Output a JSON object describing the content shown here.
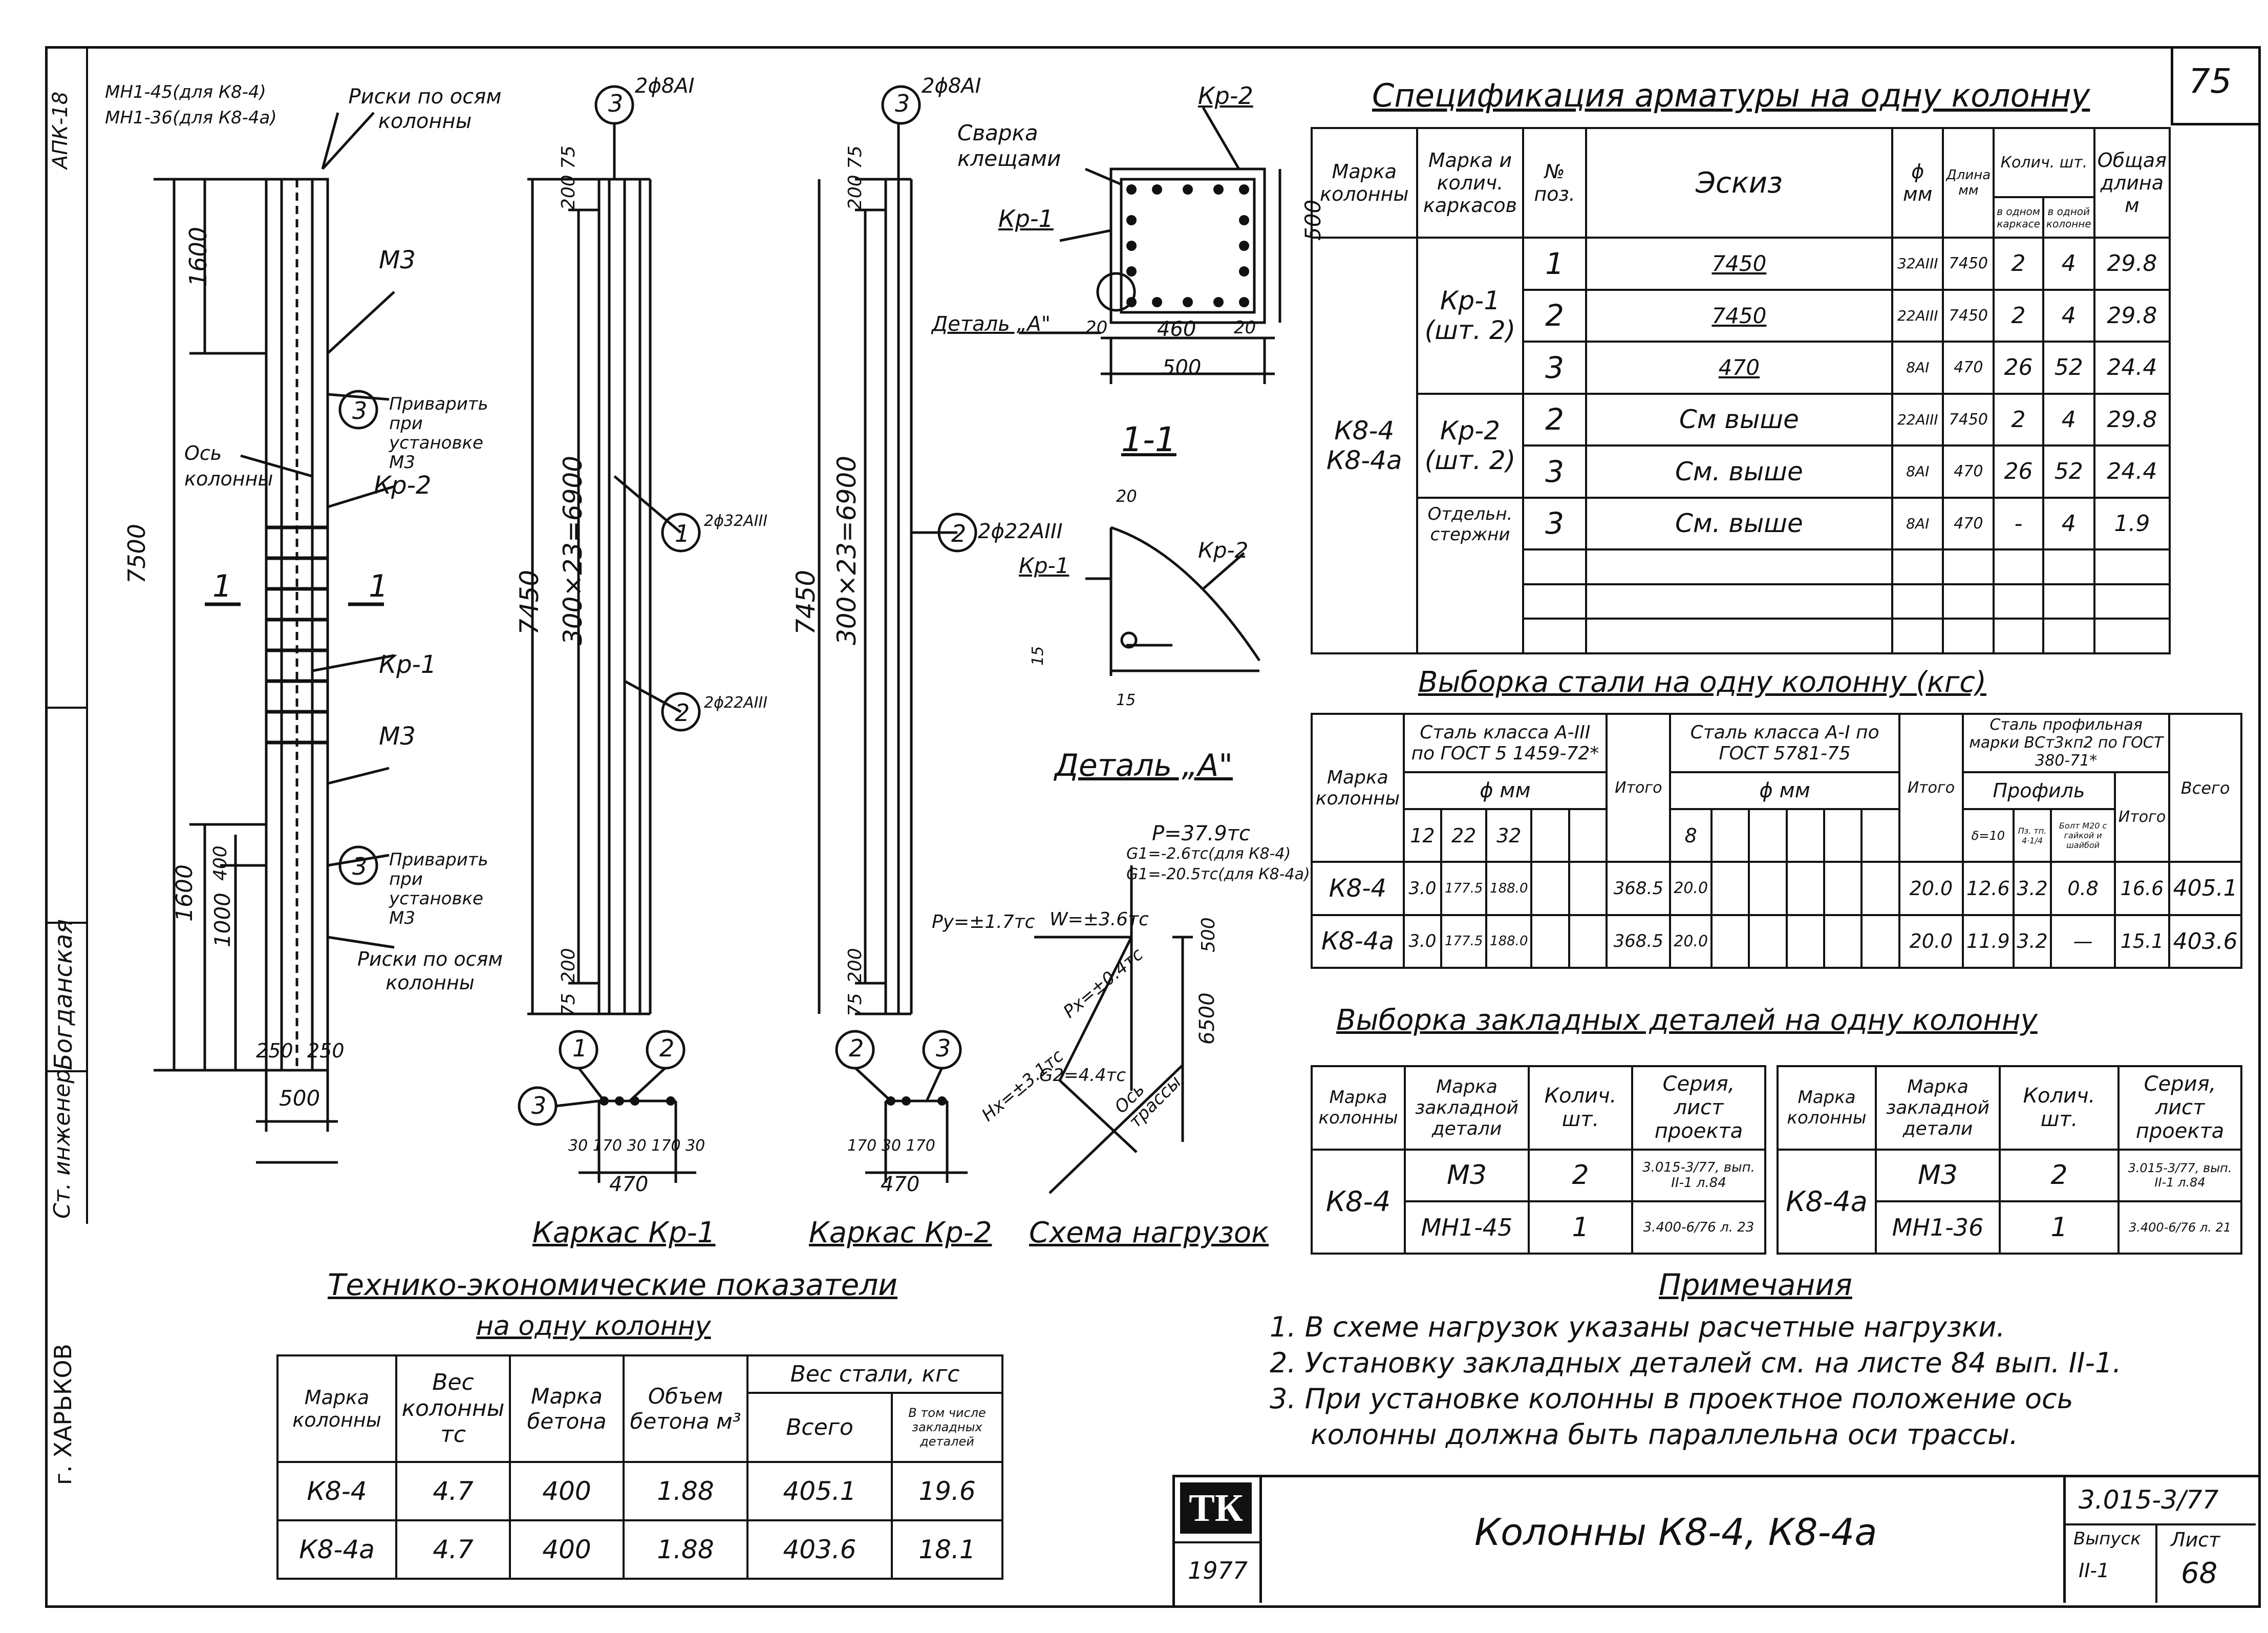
{
  "sheet": {
    "number": "75",
    "code": "3.015-3/77",
    "title": "Колонны К8-4, К8-4а",
    "year": "1977",
    "logo": "ТК",
    "issue_label": "Выпуск",
    "issue_value": "II-1",
    "sheet_label": "Лист",
    "sheet_value": "68",
    "city": "г. ХАРЬКОВ",
    "side_stamp": "АПК-18",
    "engineer_role": "Ст. инженер",
    "engineer_name": "Богданская"
  },
  "drawing": {
    "top_labels": [
      "МН1-45(для К8-4)",
      "МН1-36(для К8-4а)"
    ],
    "axis_marks_top": "Риски по осям колонны",
    "axis_marks_bottom": "Риски по осям колонны",
    "m3": "М3",
    "weld_note_1": "Приварить при установке М3",
    "weld_note_2": "Приварить при установке М3",
    "column_axis": "Ось колонны",
    "kr2": "Кр-2",
    "kr1": "Кр-1",
    "section_mark": "1",
    "dims_left": [
      "1600",
      "7500",
      "1600",
      "1000",
      "400",
      "250",
      "250",
      "500"
    ],
    "kr1_dims": [
      "7450",
      "300×23=6900",
      "200",
      "75",
      "200",
      "75"
    ],
    "kr1_bars_top": "2ϕ8АI",
    "kr1_bar_1": "2ϕ32АIII",
    "kr1_bar_2": "2ϕ22АIII",
    "kr2_dims": [
      "7450",
      "300×23=6900",
      "200",
      "75",
      "200",
      "75"
    ],
    "kr2_bars_top": "2ϕ8АI",
    "kr2_bar_1": "2ϕ22АIII",
    "section_title": "1-1",
    "section_labels": [
      "Кр-2",
      "Кр-1",
      "Сварка клещами",
      "Деталь „А\""
    ],
    "section_dims": [
      "500",
      "20",
      "460",
      "20",
      "500"
    ],
    "detail_title": "Деталь „А\"",
    "detail_labels": [
      "Кр-1",
      "Кр-2",
      "20",
      "15",
      "15"
    ],
    "kr1_cross_dims": [
      "30",
      "170",
      "30",
      "170",
      "30",
      "470"
    ],
    "kr2_cross_dims": [
      "170",
      "30",
      "170",
      "470"
    ],
    "caption_kr1": "Каркас Кр-1",
    "caption_kr2": "Каркас Кр-2",
    "caption_loads": "Схема нагрузок",
    "loads": [
      "P=37.9тс",
      "G1=-2.6тс(для К8-4)",
      "G1=-20.5тс(для К8-4а)",
      "Py=±1.7тс",
      "W=±3.6тс",
      "Px=±0.4тс",
      "Hx=±3.1тс",
      "G2=4.4тс",
      "Ось трассы",
      "500",
      "6500"
    ]
  },
  "spec": {
    "title": "Спецификация арматуры на одну колонну",
    "headers": [
      "Марка колонны",
      "Марка и колич. каркасов",
      "№ поз.",
      "Эскиз",
      "ϕ мм",
      "Длина мм",
      "Колич. шт.",
      "в одном каркасе",
      "в одной колонне",
      "Общая длина м"
    ],
    "col_mark": "К8-4 К8-4а",
    "groups": [
      {
        "frame": "Кр-1 (шт. 2)",
        "rows": [
          {
            "pos": "1",
            "sketch": "7450",
            "d": "32АIII",
            "len": "7450",
            "n1": "2",
            "n2": "4",
            "total": "29.8"
          },
          {
            "pos": "2",
            "sketch": "7450",
            "d": "22АIII",
            "len": "7450",
            "n1": "2",
            "n2": "4",
            "total": "29.8"
          },
          {
            "pos": "3",
            "sketch": "470",
            "d": "8АI",
            "len": "470",
            "n1": "26",
            "n2": "52",
            "total": "24.4"
          }
        ]
      },
      {
        "frame": "Кр-2 (шт. 2)",
        "rows": [
          {
            "pos": "2",
            "sketch": "См выше",
            "d": "22АIII",
            "len": "7450",
            "n1": "2",
            "n2": "4",
            "total": "29.8"
          },
          {
            "pos": "3",
            "sketch": "См. выше",
            "d": "8АI",
            "len": "470",
            "n1": "26",
            "n2": "52",
            "total": "24.4"
          }
        ]
      },
      {
        "frame": "Отдельн. стержни",
        "rows": [
          {
            "pos": "3",
            "sketch": "См. выше",
            "d": "8АI",
            "len": "470",
            "n1": "-",
            "n2": "4",
            "total": "1.9"
          }
        ]
      }
    ]
  },
  "steel": {
    "title": "Выборка стали на одну колонну (кгс)",
    "h_mark": "Марка колонны",
    "h_a3": "Сталь класса А-III по ГОСТ 5 1459-72*",
    "h_a1": "Сталь класса А-I по ГОСТ 5781-75",
    "h_prof": "Сталь профильная марки ВСт3кп2 по ГОСТ 380-71*",
    "h_mm": "ϕ мм",
    "h_profile": "Профиль",
    "h_itogo": "Итого",
    "h_vsego": "Всего",
    "sub_a3": [
      "12",
      "22",
      "32",
      "",
      ""
    ],
    "sub_a1": [
      "8",
      "",
      "",
      "",
      "",
      ""
    ],
    "sub_prof": [
      "δ=10",
      "Пз. тп. 4·1/4",
      "Болт М20 с гайкой и шайбой"
    ],
    "rows": [
      {
        "mark": "К8-4",
        "a3": [
          "3.0",
          "177.5",
          "188.0",
          "",
          ""
        ],
        "a3_total": "368.5",
        "a1": [
          "20.0",
          "",
          "",
          "",
          "",
          ""
        ],
        "a1_total": "20.0",
        "prof": [
          "12.6",
          "3.2",
          "0.8"
        ],
        "prof_total": "16.6",
        "total": "405.1"
      },
      {
        "mark": "К8-4а",
        "a3": [
          "3.0",
          "177.5",
          "188.0",
          "",
          ""
        ],
        "a3_total": "368.5",
        "a1": [
          "20.0",
          "",
          "",
          "",
          "",
          ""
        ],
        "a1_total": "20.0",
        "prof": [
          "11.9",
          "3.2",
          "—"
        ],
        "prof_total": "15.1",
        "total": "403.6"
      }
    ]
  },
  "embedded": {
    "title": "Выборка закладных деталей на одну колонну",
    "headers": [
      "Марка колонны",
      "Марка закладной детали",
      "Колич. шт.",
      "Серия, лист проекта"
    ],
    "left": {
      "col": "К8-4",
      "rows": [
        {
          "part": "М3",
          "n": "2",
          "series": "3.015-3/77, вып. II-1 л.84"
        },
        {
          "part": "МН1-45",
          "n": "1",
          "series": "3.400-6/76 л. 23"
        }
      ]
    },
    "right": {
      "col": "К8-4а",
      "rows": [
        {
          "part": "М3",
          "n": "2",
          "series": "3.015-3/77, вып. II-1 л.84"
        },
        {
          "part": "МН1-36",
          "n": "1",
          "series": "3.400-6/76 л. 21"
        }
      ]
    }
  },
  "tech": {
    "title1": "Технико-экономические показатели",
    "title2": "на одну колонну",
    "headers": [
      "Марка колонны",
      "Вес колонны тс",
      "Марка бетона",
      "Объем бетона м³",
      "Вес стали, кгс",
      "Всего",
      "В том числе закладных деталей"
    ],
    "rows": [
      {
        "mark": "К8-4",
        "w": "4.7",
        "b": "400",
        "v": "1.88",
        "s": "405.1",
        "e": "19.6"
      },
      {
        "mark": "К8-4а",
        "w": "4.7",
        "b": "400",
        "v": "1.88",
        "s": "403.6",
        "e": "18.1"
      }
    ]
  },
  "notes": {
    "title": "Примечания",
    "items": [
      "1. В схеме нагрузок указаны расчетные нагрузки.",
      "2. Установку закладных деталей см. на листе 84 вып. II-1.",
      "3. При установке колонны в проектное положение ось",
      "колонны должна быть параллельна оси трассы."
    ]
  }
}
